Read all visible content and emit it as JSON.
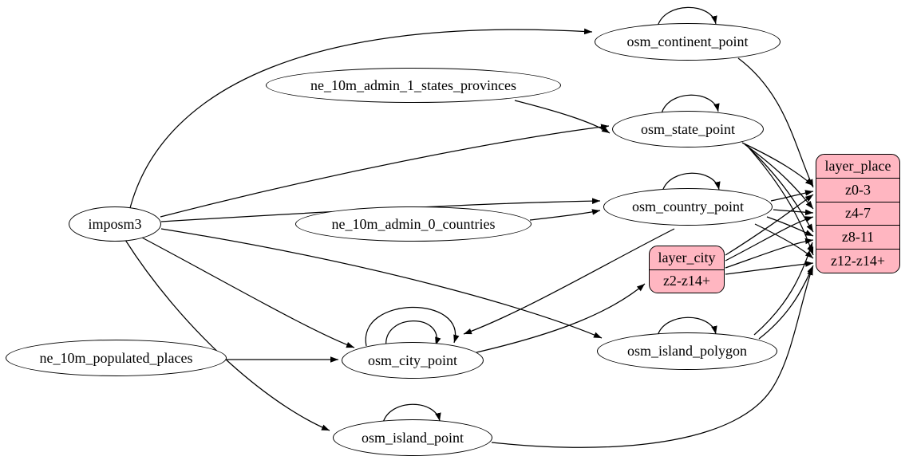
{
  "colors": {
    "background": "#ffffff",
    "table_node_fill": "#ffffff",
    "layer_node_fill": "#ffb6c1",
    "stroke": "#000000"
  },
  "nodes": {
    "imposm3": {
      "label": "imposm3",
      "type": "ellipse"
    },
    "ne_10m_admin_1_states_provinces": {
      "label": "ne_10m_admin_1_states_provinces",
      "type": "ellipse"
    },
    "ne_10m_admin_0_countries": {
      "label": "ne_10m_admin_0_countries",
      "type": "ellipse"
    },
    "ne_10m_populated_places": {
      "label": "ne_10m_populated_places",
      "type": "ellipse"
    },
    "osm_continent_point": {
      "label": "osm_continent_point",
      "type": "ellipse"
    },
    "osm_state_point": {
      "label": "osm_state_point",
      "type": "ellipse"
    },
    "osm_country_point": {
      "label": "osm_country_point",
      "type": "ellipse"
    },
    "osm_city_point": {
      "label": "osm_city_point",
      "type": "ellipse"
    },
    "osm_island_polygon": {
      "label": "osm_island_polygon",
      "type": "ellipse"
    },
    "osm_island_point": {
      "label": "osm_island_point",
      "type": "ellipse"
    },
    "layer_city": {
      "label": "layer_city",
      "type": "record",
      "rows": [
        "z2-z14+"
      ]
    },
    "layer_place": {
      "label": "layer_place",
      "type": "record",
      "rows": [
        "z0-3",
        "z4-7",
        "z8-11",
        "z12-z14+"
      ]
    }
  },
  "edges": [
    {
      "from": "imposm3",
      "to": "osm_continent_point"
    },
    {
      "from": "imposm3",
      "to": "osm_state_point"
    },
    {
      "from": "imposm3",
      "to": "osm_country_point"
    },
    {
      "from": "imposm3",
      "to": "osm_city_point"
    },
    {
      "from": "imposm3",
      "to": "osm_island_polygon"
    },
    {
      "from": "imposm3",
      "to": "osm_island_point"
    },
    {
      "from": "ne_10m_admin_1_states_provinces",
      "to": "osm_state_point"
    },
    {
      "from": "ne_10m_admin_0_countries",
      "to": "osm_country_point"
    },
    {
      "from": "ne_10m_populated_places",
      "to": "osm_city_point"
    },
    {
      "from": "osm_country_point",
      "to": "osm_city_point"
    },
    {
      "from": "osm_continent_point",
      "to": "osm_continent_point",
      "self_loop": true
    },
    {
      "from": "osm_state_point",
      "to": "osm_state_point",
      "self_loop": true
    },
    {
      "from": "osm_country_point",
      "to": "osm_country_point",
      "self_loop": true
    },
    {
      "from": "osm_city_point",
      "to": "osm_city_point",
      "self_loop": true
    },
    {
      "from": "osm_city_point",
      "to": "osm_city_point",
      "self_loop": true
    },
    {
      "from": "osm_island_polygon",
      "to": "osm_island_polygon",
      "self_loop": true
    },
    {
      "from": "osm_island_point",
      "to": "osm_island_point",
      "self_loop": true
    },
    {
      "from": "osm_city_point",
      "to": "layer_city",
      "to_port": "z2-z14+"
    },
    {
      "from": "osm_continent_point",
      "to": "layer_place",
      "to_port": "z0-3"
    },
    {
      "from": "osm_state_point",
      "to": "layer_place",
      "to_port": "z0-3"
    },
    {
      "from": "osm_state_point",
      "to": "layer_place",
      "to_port": "z4-7"
    },
    {
      "from": "osm_state_point",
      "to": "layer_place",
      "to_port": "z8-11"
    },
    {
      "from": "osm_state_point",
      "to": "layer_place",
      "to_port": "z12-z14+"
    },
    {
      "from": "osm_country_point",
      "to": "layer_place",
      "to_port": "z0-3"
    },
    {
      "from": "osm_country_point",
      "to": "layer_place",
      "to_port": "z4-7"
    },
    {
      "from": "osm_country_point",
      "to": "layer_place",
      "to_port": "z8-11"
    },
    {
      "from": "osm_country_point",
      "to": "layer_place",
      "to_port": "z12-z14+"
    },
    {
      "from": "layer_city",
      "to": "layer_place",
      "to_port": "z0-3"
    },
    {
      "from": "layer_city",
      "to": "layer_place",
      "to_port": "z4-7"
    },
    {
      "from": "layer_city",
      "to": "layer_place",
      "to_port": "z8-11"
    },
    {
      "from": "layer_city",
      "to": "layer_place",
      "to_port": "z12-z14+"
    },
    {
      "from": "osm_island_polygon",
      "to": "layer_place",
      "to_port": "z8-11"
    },
    {
      "from": "osm_island_polygon",
      "to": "layer_place",
      "to_port": "z12-z14+"
    },
    {
      "from": "osm_island_point",
      "to": "layer_place",
      "to_port": "z12-z14+"
    }
  ]
}
